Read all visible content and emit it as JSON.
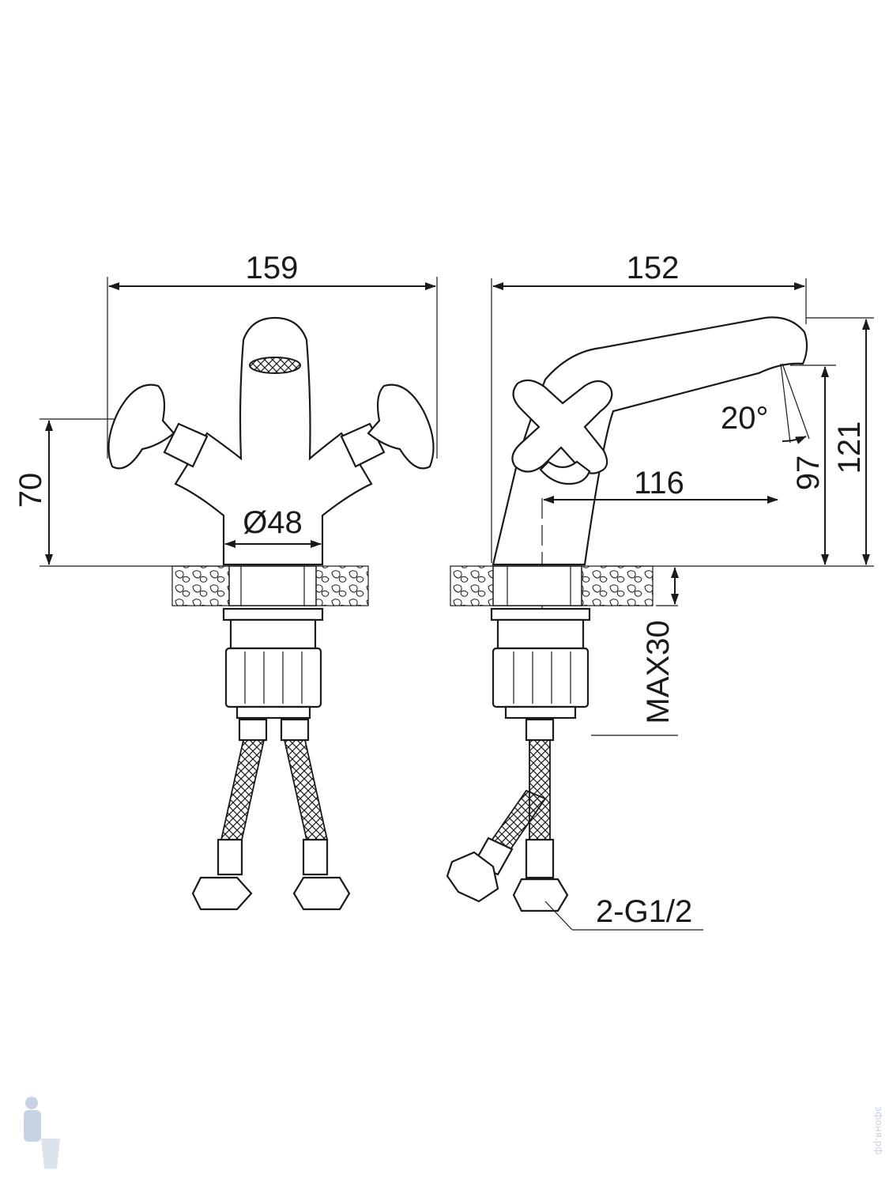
{
  "front_view": {
    "width_label": "159",
    "height_label": "70",
    "diameter_label": "Ø48"
  },
  "side_view": {
    "width_label": "152",
    "reach_label": "116",
    "angle_label": "20°",
    "spout_height_label": "97",
    "total_height_label": "121",
    "max_deck_label": "MAX30",
    "connection_label": "2-G1/2"
  },
  "watermark": {
    "text": "эфоня.рф",
    "color": "#c8d4e4"
  }
}
